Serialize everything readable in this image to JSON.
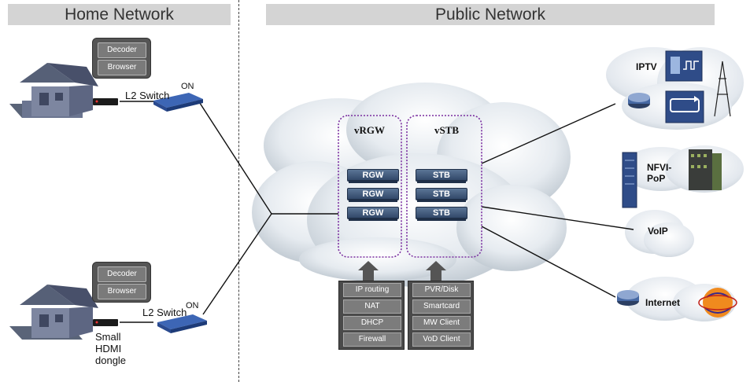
{
  "headers": {
    "home": "Home Network",
    "public": "Public Network"
  },
  "home": [
    {
      "device_buttons": [
        "Decoder",
        "Browser"
      ],
      "switch_label": "L2 Switch",
      "on_label": "ON"
    },
    {
      "device_buttons": [
        "Decoder",
        "Browser"
      ],
      "switch_label": "L2 Switch",
      "on_label": "ON",
      "dongle_label": [
        "Small",
        "HDMI",
        "dongle"
      ]
    }
  ],
  "vrgw": {
    "title": "vRGW",
    "servers": [
      "RGW",
      "RGW",
      "RGW"
    ],
    "functions": [
      "IP routing",
      "NAT",
      "DHCP",
      "Firewall"
    ]
  },
  "vstb": {
    "title": "vSTB",
    "servers": [
      "STB",
      "STB",
      "STB"
    ],
    "functions": [
      "PVR/Disk",
      "Smartcard",
      "MW Client",
      "VoD Client"
    ]
  },
  "services": {
    "iptv": "IPTV",
    "nfvi": "NFVI-\nPoP",
    "voip": "VoIP",
    "internet": "Internet"
  }
}
